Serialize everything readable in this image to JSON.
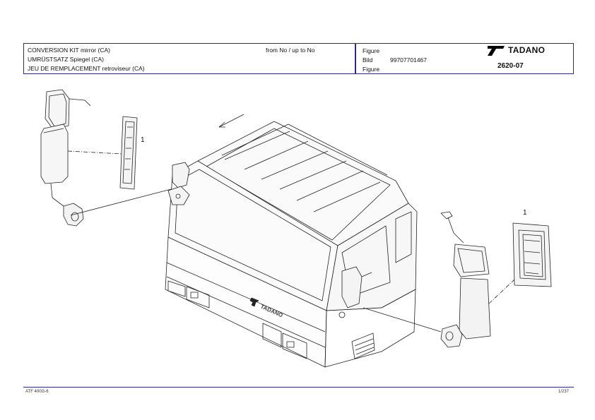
{
  "header": {
    "title_en": "CONVERSION KIT mirror (CA)",
    "title_de": "UMRÜSTSATZ Spiegel (CA)",
    "title_fr": "JEU DE REMPLACEMENT retroviseur (CA)",
    "range": "from No / up to No",
    "figure_label_1": "Figure",
    "figure_label_2": "Bild",
    "figure_label_3": "Figure",
    "part_number": "99707701467",
    "brand": "TADANO",
    "figure_number": "2620-07"
  },
  "drawing": {
    "callout_left": "1",
    "callout_right": "1",
    "cab_badge": "TADANO"
  },
  "footer": {
    "left_code": "ATF 400G-6",
    "page": "1/237"
  }
}
